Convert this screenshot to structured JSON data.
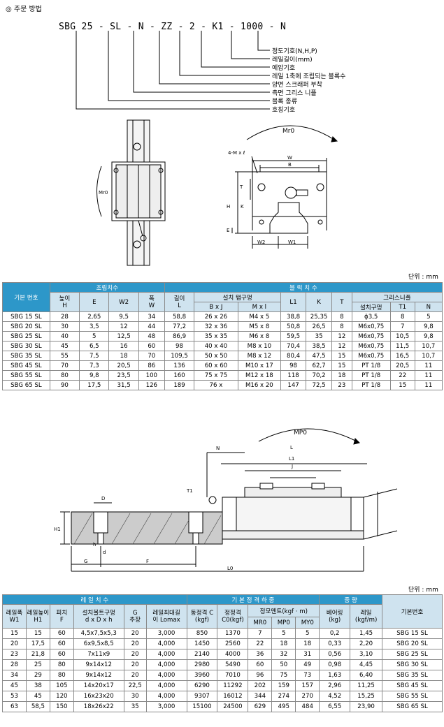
{
  "order": {
    "title": "◎ 주문 방법",
    "code": "SBG 25 - SL - N - ZZ - 2 - K1 - 1000 - N",
    "descriptions": [
      "정도기호(N,H,P)",
      "레일길이(mm)",
      "예압기호",
      "레일 1축에 조립되는 블록수",
      "양면 스크래퍼 부착",
      "측면 그리스 니플",
      "블록 종류",
      "호칭기호"
    ]
  },
  "figure1": {
    "top": {
      "moment": "Mr0",
      "m_label": "4-M x ℓ",
      "w": "W",
      "b": "B",
      "t": "T",
      "k": "K",
      "h": "H",
      "e": "E",
      "w2": "W2",
      "w1": "W1"
    },
    "left": {
      "moment": "Mr0"
    }
  },
  "table1": {
    "unit": "단위 : mm",
    "head_basic": "기본 번호",
    "head_assembly": "조립치수",
    "head_block": "블 럭 치 수",
    "col_height": "높이\nH",
    "col_e": "E",
    "col_w2": "W2",
    "col_width": "폭\nW",
    "col_length": "길이\nL",
    "col_mount": "설치 탭구멍",
    "col_bxj": "B x J",
    "col_mxl": "M x l",
    "col_l1": "L1",
    "col_k": "K",
    "col_t": "T",
    "col_nipple": "그리스니플",
    "col_hole": "설치구멍",
    "col_t1": "T1",
    "col_n": "N",
    "rows": [
      [
        "SBG 15 SL",
        "28",
        "2,65",
        "9,5",
        "34",
        "58,8",
        "26 x 26",
        "M4 x 5",
        "38,8",
        "25,35",
        "8",
        "ϕ3,5",
        "8",
        "5"
      ],
      [
        "SBG 20 SL",
        "30",
        "3,5",
        "12",
        "44",
        "77,2",
        "32 x 36",
        "M5 x 8",
        "50,8",
        "26,5",
        "8",
        "M6x0,75",
        "7",
        "9,8"
      ],
      [
        "SBG 25 SL",
        "40",
        "5",
        "12,5",
        "48",
        "86,9",
        "35 x 35",
        "M6 x 8",
        "59,5",
        "35",
        "12",
        "M6x0,75",
        "10,5",
        "9,8"
      ],
      [
        "SBG 30 SL",
        "45",
        "6,5",
        "16",
        "60",
        "98",
        "40 x 40",
        "M8 x 10",
        "70,4",
        "38,5",
        "12",
        "M6x0,75",
        "11,5",
        "10,7"
      ],
      [
        "SBG 35 SL",
        "55",
        "7,5",
        "18",
        "70",
        "109,5",
        "50 x 50",
        "M8 x 12",
        "80,4",
        "47,5",
        "15",
        "M6x0,75",
        "16,5",
        "10,7"
      ],
      [
        "SBG 45 SL",
        "70",
        "7,3",
        "20,5",
        "86",
        "136",
        "60 x 60",
        "M10 x 17",
        "98",
        "62,7",
        "15",
        "PT 1/8",
        "20,5",
        "11"
      ],
      [
        "SBG 55 SL",
        "80",
        "9,8",
        "23,5",
        "100",
        "160",
        "75 x 75",
        "M12 x 18",
        "118",
        "70,2",
        "18",
        "PT 1/8",
        "22",
        "11"
      ],
      [
        "SBG 65 SL",
        "90",
        "17,5",
        "31,5",
        "126",
        "189",
        "76 x",
        "M16 x 20",
        "147",
        "72,5",
        "23",
        "PT 1/8",
        "15",
        "11"
      ]
    ]
  },
  "figure2": {
    "moment": "MP0",
    "n": "N",
    "l": "L",
    "l1": "L1",
    "j": "J",
    "t1": "T1",
    "d": "D",
    "h1": "H1",
    "h": "h",
    "d_small": "d",
    "g": "G",
    "f": "F",
    "l0": "L0"
  },
  "table2": {
    "unit": "단위 : mm",
    "head_rail": "레 일 치 수",
    "head_load": "기 본 정 격 하 중",
    "head_weight": "중 량",
    "head_basic": "기본번호",
    "col_w1": "레일폭\nW1",
    "col_h1": "레일높이\nH1",
    "col_f": "피치\nF",
    "col_bolt": "설치볼트구멍\nd x D x h",
    "col_g": "G\n추장",
    "col_lmax": "레일최대길\n이 Lomax",
    "col_c": "동정격 C\n(kgf)",
    "col_c0": "정정격\nC0(kgf)",
    "col_moment": "정모멘트(kgf · m)",
    "col_mr0": "MR0",
    "col_mp0": "MP0",
    "col_my0": "MY0",
    "col_bearing": "베어링\n(kg)",
    "col_rail": "레일\n(kgf/m)",
    "rows": [
      [
        "15",
        "15",
        "60",
        "4,5x7,5x5,3",
        "20",
        "3,000",
        "850",
        "1370",
        "7",
        "5",
        "5",
        "0,2",
        "1,45",
        "SBG 15 SL"
      ],
      [
        "20",
        "17,5",
        "60",
        "6x9,5x8,5",
        "20",
        "4,000",
        "1450",
        "2560",
        "22",
        "18",
        "18",
        "0,33",
        "2,20",
        "SBG 20 SL"
      ],
      [
        "23",
        "21,8",
        "60",
        "7x11x9",
        "20",
        "4,000",
        "2140",
        "4000",
        "36",
        "32",
        "31",
        "0,56",
        "3,10",
        "SBG 25 SL"
      ],
      [
        "28",
        "25",
        "80",
        "9x14x12",
        "20",
        "4,000",
        "2980",
        "5490",
        "60",
        "50",
        "49",
        "0,98",
        "4,45",
        "SBG 30 SL"
      ],
      [
        "34",
        "29",
        "80",
        "9x14x12",
        "20",
        "4,000",
        "3960",
        "7010",
        "96",
        "75",
        "73",
        "1,63",
        "6,40",
        "SBG 35 SL"
      ],
      [
        "45",
        "38",
        "105",
        "14x20x17",
        "22,5",
        "4,000",
        "6290",
        "11292",
        "202",
        "159",
        "157",
        "2,96",
        "11,25",
        "SBG 45 SL"
      ],
      [
        "53",
        "45",
        "120",
        "16x23x20",
        "30",
        "4,000",
        "9307",
        "16012",
        "344",
        "274",
        "270",
        "4,52",
        "15,25",
        "SBG 55 SL"
      ],
      [
        "63",
        "58,5",
        "150",
        "18x26x22",
        "35",
        "3,000",
        "15100",
        "24500",
        "629",
        "495",
        "484",
        "6,55",
        "23,90",
        "SBG 65 SL"
      ]
    ]
  }
}
